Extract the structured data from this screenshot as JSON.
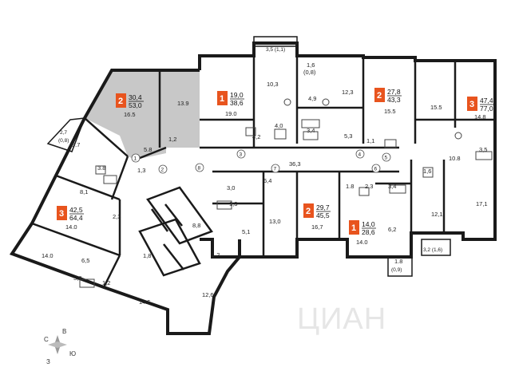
{
  "apartments": [
    {
      "rooms": "2",
      "living": "30,4",
      "total": "53,0",
      "highlight": true
    },
    {
      "rooms": "1",
      "living": "19,0",
      "total": "38,6",
      "highlight": false
    },
    {
      "rooms": "2",
      "living": "27,8",
      "total": "43,3",
      "highlight": false
    },
    {
      "rooms": "3",
      "living": "47,4",
      "total": "77,0",
      "highlight": false
    },
    {
      "rooms": "3",
      "living": "42,5",
      "total": "64,4",
      "highlight": false
    },
    {
      "rooms": "2",
      "living": "29,7",
      "total": "45,5",
      "highlight": false
    },
    {
      "rooms": "1",
      "living": "14,0",
      "total": "28,6",
      "highlight": false
    }
  ],
  "room_areas": [
    "16.5",
    "13.9",
    "9.7",
    "2,7",
    "(0,8)",
    "3.8",
    "5.8",
    "1,2",
    "1,3",
    "19.0",
    "10,3",
    "4,0",
    "4,2",
    "3,5 (1,1)",
    "1,6",
    "(0,8)",
    "4,9",
    "12,3",
    "15.5",
    "3,4",
    "5,3",
    "1,1",
    "15.5",
    "14.8",
    "10.8",
    "3,5",
    "36,3",
    "6,4",
    "13,0",
    "16,7",
    "3,0",
    "1,3",
    "5,1",
    "1.8",
    "2,3",
    "3,4",
    "6,2",
    "14.0",
    "1,6",
    "12,1",
    "17,1",
    "3,2 (1,6)",
    "1.8",
    "(0,9)",
    "8,1",
    "2,3",
    "14.0",
    "14.0",
    "6,5",
    "3,8",
    "1,2",
    "14.5",
    "8,8",
    "1,8",
    "1,2",
    "12,6"
  ],
  "doors": [
    "1",
    "2",
    "3",
    "4",
    "5",
    "6",
    "7",
    "8"
  ],
  "compass": {
    "n": "В",
    "w": "С",
    "e": "Ю",
    "s": "З"
  },
  "watermark": "ЦИАН",
  "colors": {
    "accent": "#e8541e",
    "highlight_fill": "#c8c8c8",
    "wall": "#1a1a1a"
  }
}
